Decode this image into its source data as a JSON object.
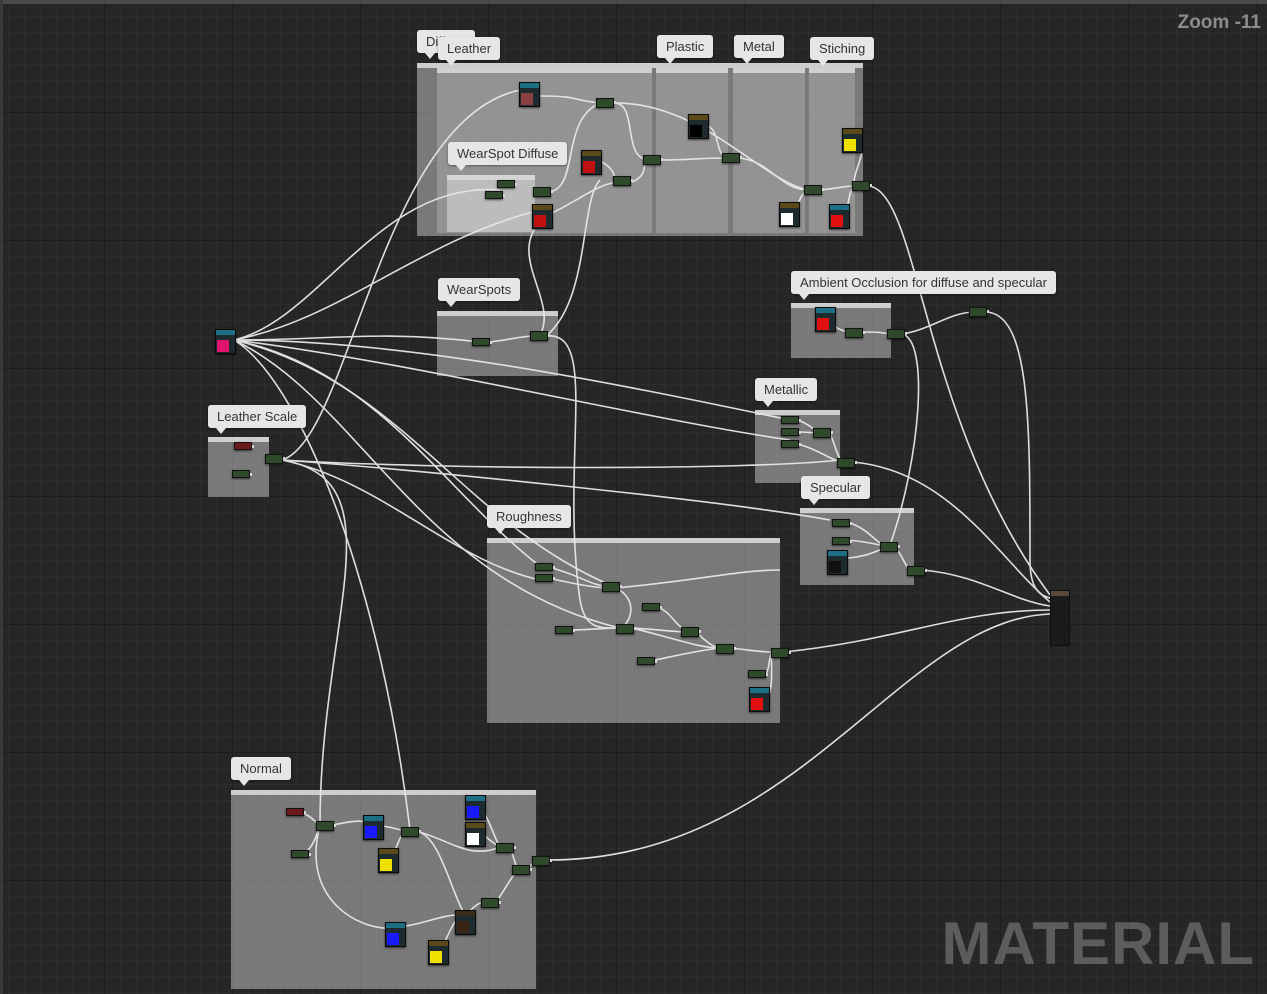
{
  "editor": {
    "zoom_label": "Zoom -11",
    "watermark": "MATERIAL"
  },
  "comments": [
    {
      "id": "diffuse",
      "title": "Diffuse"
    },
    {
      "id": "leather",
      "title": "Leather"
    },
    {
      "id": "plastic",
      "title": "Plastic"
    },
    {
      "id": "metal",
      "title": "Metal"
    },
    {
      "id": "stiching",
      "title": "Stiching"
    },
    {
      "id": "wearspot-diffuse",
      "title": "WearSpot Diffuse"
    },
    {
      "id": "wearspots",
      "title": "WearSpots"
    },
    {
      "id": "ambient-occlusion",
      "title": "Ambient Occlusion for diffuse and specular"
    },
    {
      "id": "metallic",
      "title": "Metallic"
    },
    {
      "id": "leather-scale",
      "title": "Leather Scale"
    },
    {
      "id": "specular",
      "title": "Specular"
    },
    {
      "id": "roughness",
      "title": "Roughness"
    },
    {
      "id": "normal",
      "title": "Normal"
    }
  ],
  "colors": {
    "canvas": "#262626",
    "comment_fill": "#bebebe",
    "node_body": "#2f4a2a",
    "wire": "#e8e8e8",
    "swatch_magenta": "#e0136e",
    "swatch_red": "#e01010",
    "swatch_darkred": "#8a4040",
    "swatch_yellow": "#f0e000",
    "swatch_blue": "#1a1aff",
    "swatch_white": "#ffffff",
    "swatch_black": "#000000",
    "swatch_brown": "#3a2414"
  }
}
